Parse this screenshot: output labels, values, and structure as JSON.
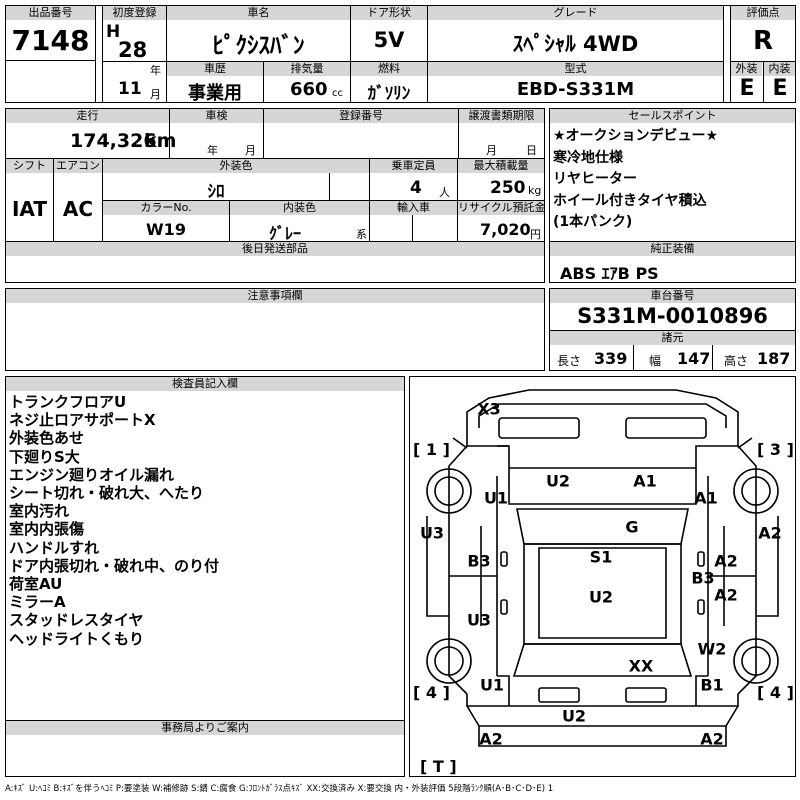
{
  "row1_headers": {
    "lot_no": "出品番号",
    "first_reg": "初度登録",
    "car_name": "車名",
    "door": "ドア形状",
    "grade": "グレード",
    "score": "評価点"
  },
  "row2_headers": {
    "history": "車歴",
    "displacement": "排気量",
    "fuel": "燃料",
    "model": "型式",
    "exterior": "外装",
    "interior": "内装"
  },
  "lot_no": "7148",
  "era": "H",
  "year": "28",
  "year_suffix": "年",
  "month": "11",
  "month_suffix": "月",
  "car_name": "ﾋﾟｸｼｽﾊﾞﾝ",
  "door": "5V",
  "grade": "ｽﾍﾟｼｬﾙ 4WD",
  "score": "R",
  "history": "事業用",
  "displacement": "660",
  "displacement_unit": "cc",
  "fuel": "ｶﾞｿﾘﾝ",
  "model": "EBD-S331M",
  "exterior_grade": "E",
  "interior_grade": "E",
  "mid_headers": {
    "mileage": "走行",
    "inspection": "車検",
    "reg_no": "登録番号",
    "transfer_deadline": "譲渡書類期限",
    "shift": "シフト",
    "aircon": "エアコン",
    "ext_color": "外装色",
    "capacity": "乗車定員",
    "max_load": "最大積載量",
    "color_no": "カラーNo.",
    "int_color": "内装色",
    "import": "輸入車",
    "recycle": "リサイクル預託金",
    "later_parts": "後日発送部品",
    "notes_header": "注意事項欄",
    "sales_points": "セールスポイント",
    "genuine_equip": "純正装備",
    "chassis_no": "車台番号",
    "specs": "諸元",
    "inspector": "検査員記入欄",
    "office": "事務局よりご案内"
  },
  "mileage": "174,326",
  "mileage_unit": "km",
  "inspection_year_label": "年",
  "inspection_month_label": "月",
  "deadline_month_label": "月",
  "deadline_day_label": "日",
  "shift": "IAT",
  "aircon": "AC",
  "ext_color": "ｼﾛ",
  "capacity": "4",
  "capacity_unit": "人",
  "max_load": "250",
  "max_load_unit": "kg",
  "color_no": "W19",
  "int_color": "ｸﾞﾚｰ",
  "int_color_suffix": "系",
  "recycle": "7,020",
  "recycle_unit": "円",
  "sales_points": [
    "★オークションデビュー★",
    "寒冷地仕様",
    "リヤヒーター",
    "ホイール付きタイヤ積込",
    "(1本パンク)"
  ],
  "genuine_equip": "ABS ｴｱB PS",
  "chassis_no": "S331M-0010896",
  "specs": {
    "length_label": "長さ",
    "length": "339",
    "width_label": "幅",
    "width": "147",
    "height_label": "高さ",
    "height": "187"
  },
  "inspector_notes": [
    "トランクフロアU",
    "ネジ止ロアサポートX",
    "外装色あせ",
    "下廻りS大",
    "エンジン廻りオイル漏れ",
    "シート切れ・破れ大、へたり",
    "室内汚れ",
    "室内内張傷",
    "ハンドルすれ",
    "ドア内張切れ・破れ中、のり付",
    "荷室AU",
    "ミラーA",
    "スタッドレスタイヤ",
    "ヘッドライトくもり"
  ],
  "diagram": {
    "corner_tl": "[ 1 ]",
    "corner_tr": "[ 3 ]",
    "corner_bl": "[ 4 ]",
    "corner_br": "[ 4 ]",
    "corner_bottom": "[ T ]",
    "damage_labels": [
      "X3",
      "U2",
      "A1",
      "U1",
      "A1",
      "G",
      "U3",
      "A2",
      "B3",
      "S1",
      "A2",
      "B3",
      "A2",
      "U2",
      "U3",
      "W2",
      "XX",
      "U1",
      "B1",
      "U2",
      "A2",
      "A2"
    ]
  },
  "legend": "A:ｷｽﾞ U:ﾍｺﾐ B:ｷｽﾞを伴うﾍｺﾐ P:要塗装 W:補修跡 S:錆 C:腐食 G:ﾌﾛﾝﾄｶﾞﾗｽ点ｷｽﾞ XX:交換済み X:要交換 内・外装評価 5段階ﾗﾝｸ順(A･B･C･D･E) 1"
}
